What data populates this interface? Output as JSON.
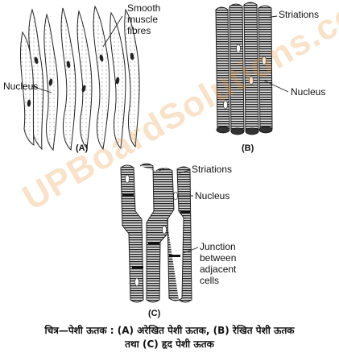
{
  "labels": {
    "smooth_muscle_line1": "Smooth",
    "smooth_muscle_line2": "muscle",
    "smooth_muscle_line3": "fibres",
    "nucleus_a": "Nucleus",
    "striations_b": "Striations",
    "nucleus_b": "Nucleus",
    "striations_c": "Striations",
    "nucleus_c": "Nucleus",
    "junction_line1": "Junction",
    "junction_line2": "between",
    "junction_line3": "adjacent",
    "junction_line4": "cells"
  },
  "panels": {
    "a": "(A)",
    "b": "(B)",
    "c": "(C)"
  },
  "watermark": "UPBoardSolutions.com",
  "caption": {
    "line1": "चित्र—पेशी ऊतक : (A) अरेखित पेशी ऊतक, (B) रेखित पेशी ऊतक",
    "line2": "तथा (C) हृद पेशी ऊतक"
  },
  "colors": {
    "ink": "#111111",
    "watermark": "#e6963c"
  }
}
